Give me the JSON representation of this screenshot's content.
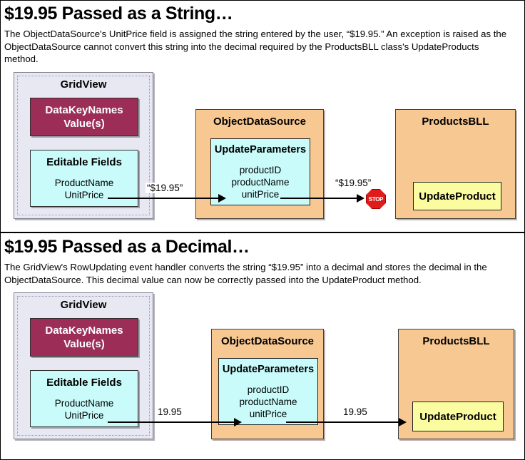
{
  "sections": [
    {
      "heading": "$19.95 Passed as a String…",
      "blurb": "The ObjectDataSource's UnitPrice field is assigned the string entered by the user, “$19.95.” An exception is raised as the ObjectDataSource cannot convert this string into the decimal required by the ProductsBLL class's UpdateProducts method.",
      "gridview": {
        "title": "GridView",
        "datakeynames": {
          "line1": "DataKeyNames",
          "line2": "Value(s)"
        },
        "editable_fields": {
          "title": "Editable Fields",
          "items": [
            "ProductName",
            "UnitPrice"
          ]
        }
      },
      "objectdatasource": {
        "title": "ObjectDataSource",
        "update_parameters": {
          "title": "UpdateParameters",
          "items": [
            "productID",
            "productName",
            "unitPrice"
          ]
        }
      },
      "productsbll": {
        "title": "ProductsBLL",
        "method": "UpdateProduct"
      },
      "arrow1_label": "“$19.95”",
      "arrow2_label": "“$19.95”",
      "stop_label": "STOP",
      "has_stop": true
    },
    {
      "heading": "$19.95 Passed as a Decimal…",
      "blurb": "The GridView's RowUpdating event handler converts the string “$19.95” into a decimal and stores the decimal in the ObjectDataSource. This decimal value can now be correctly passed into the UpdateProduct method.",
      "gridview": {
        "title": "GridView",
        "datakeynames": {
          "line1": "DataKeyNames",
          "line2": "Value(s)"
        },
        "editable_fields": {
          "title": "Editable Fields",
          "items": [
            "ProductName",
            "UnitPrice"
          ]
        }
      },
      "objectdatasource": {
        "title": "ObjectDataSource",
        "update_parameters": {
          "title": "UpdateParameters",
          "items": [
            "productID",
            "productName",
            "unitPrice"
          ]
        }
      },
      "productsbll": {
        "title": "ProductsBLL",
        "method": "UpdateProduct"
      },
      "arrow1_label": "19.95",
      "arrow2_label": "19.95",
      "stop_label": "",
      "has_stop": false
    }
  ],
  "colors": {
    "gridview_bg": "#e8e8f2",
    "datakeynames_bg": "#9b2d56",
    "cyan_bg": "#c9fbfb",
    "orange_bg": "#f8c893",
    "yellow_bg": "#fbfba0",
    "stop_red": "#e01b1b"
  }
}
